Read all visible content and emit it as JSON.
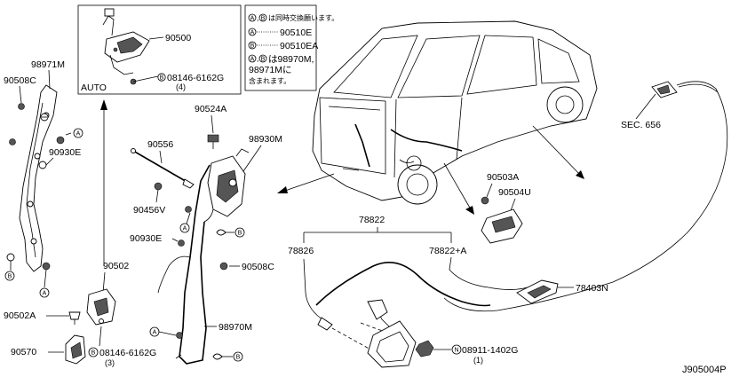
{
  "inset_auto": {
    "label": "AUTO",
    "part_90500": "90500",
    "bolt_code": "08146-6162G",
    "bolt_qty": "(4)",
    "bolt_marker": "B"
  },
  "legend": {
    "note_jp": "は同時交換願います。",
    "row1_code": "90510E",
    "row2_code": "90510EA",
    "row3_text": "は98970M,",
    "row4_text": "98971Mに",
    "row5_text": "含まれます。",
    "marker_a": "A",
    "marker_b": "B"
  },
  "parts": {
    "p98971M": "98971M",
    "p90508C_left": "90508C",
    "p90930E_left": "90930E",
    "p90524A": "90524A",
    "p90556": "90556",
    "p98930M": "98930M",
    "p90456V": "90456V",
    "p90930E_mid": "90930E",
    "p90508C_mid": "90508C",
    "p90502": "90502",
    "p90502A": "90502A",
    "p90570": "90570",
    "p08146_bottom": "08146-6162G",
    "p08146_bottom_qty": "(3)",
    "p98970M": "98970M",
    "p78822": "78822",
    "p78826": "78826",
    "p78822A": "78822+A",
    "p90503A": "90503A",
    "p90504U": "90504U",
    "pSEC656": "SEC. 656",
    "p78403N": "78403N",
    "p08911": "08911-1402G",
    "p08911_qty": "(1)",
    "p08911_marker": "N"
  },
  "markers": {
    "a": "A",
    "b": "B"
  },
  "footer_code": "J905004P"
}
